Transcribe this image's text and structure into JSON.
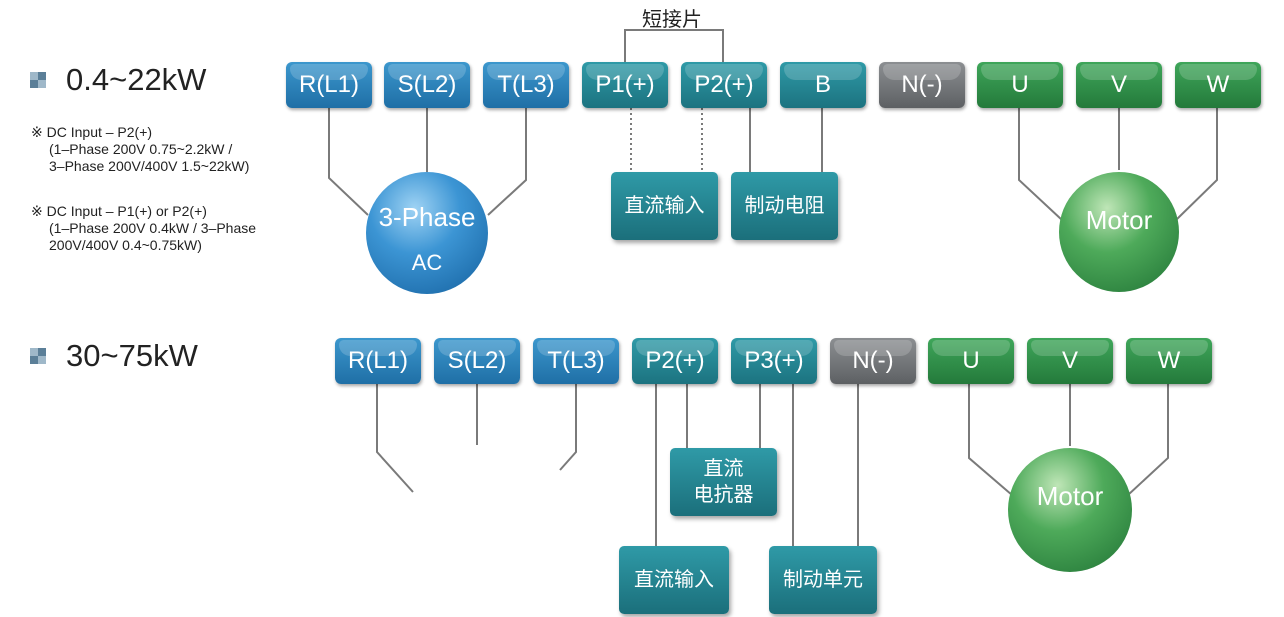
{
  "short_link": "短接片",
  "section1": {
    "header": "0.4~22kW",
    "terminals": [
      "R(L1)",
      "S(L2)",
      "T(L3)",
      "P1(+)",
      "P2(+)",
      "B",
      "N(-)",
      "U",
      "V",
      "W"
    ],
    "dc_input": "直流输入",
    "brake_resistor": "制动电阻",
    "ac_source": {
      "line1": "3-Phase",
      "line2": "AC"
    },
    "motor": "Motor"
  },
  "notes": [
    {
      "line1": "※ DC Input – P2(+)",
      "line2": "(1–Phase 200V 0.75~2.2kW /",
      "line3": "3–Phase 200V/400V 1.5~22kW)"
    },
    {
      "line1": "※ DC Input – P1(+) or P2(+)",
      "line2": "(1–Phase 200V 0.4kW / 3–Phase",
      "line3": "200V/400V 0.4~0.75kW)"
    }
  ],
  "section2": {
    "header": "30~75kW",
    "terminals": [
      "R(L1)",
      "S(L2)",
      "T(L3)",
      "P2(+)",
      "P3(+)",
      "N(-)",
      "U",
      "V",
      "W"
    ],
    "dc_reactor": {
      "line1": "直流",
      "line2": "电抗器"
    },
    "dc_input": "直流输入",
    "brake_unit": "制动单元",
    "motor": "Motor"
  },
  "colors": {
    "power_terminal": "#2a82bd",
    "dc_terminal": "#25858f",
    "neg_terminal": "#76797c",
    "motor_terminal": "#2f8f48",
    "wire": "#7a7a7a"
  }
}
